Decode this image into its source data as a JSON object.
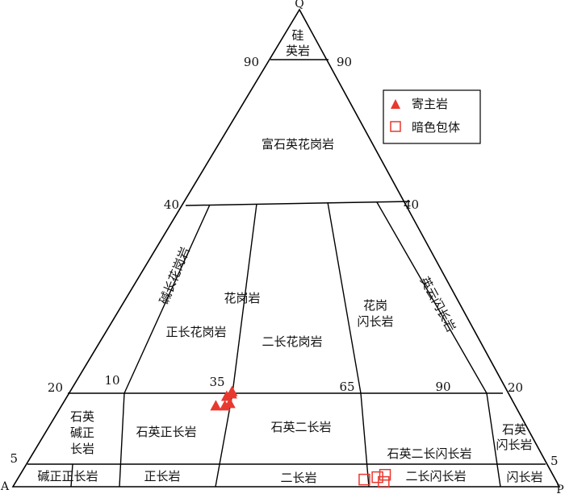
{
  "vertices": {
    "q": "Q",
    "a": "A",
    "p": "P"
  },
  "ticks": {
    "q90_left": "90",
    "q90_right": "90",
    "q40_left": "40",
    "q40_right": "40",
    "q20_left": "20",
    "q20_right": "20",
    "q5_left": "5",
    "q5_right": "5",
    "p10": "10",
    "p35": "35",
    "p65": "65",
    "p90": "90"
  },
  "fields": {
    "quartzolite_1": "硅",
    "quartzolite_2": "英岩",
    "quartz_rich_granitoid": "富石英花岗岩",
    "alkali_feldspar_granite": "碱长花岗岩",
    "granite": "花岗岩",
    "syenogranite": "正长花岗岩",
    "monzogranite": "二长花岗岩",
    "granodiorite_1": "花岗",
    "granodiorite_2": "闪长岩",
    "tonalite": "英云闪长岩",
    "qtz_alk_syenite_1": "石英",
    "qtz_alk_syenite_2": "碱正",
    "qtz_alk_syenite_3": "长岩",
    "quartz_syenite": "石英正长岩",
    "quartz_monzonite": "石英二长岩",
    "quartz_monzodiorite": "石英二长闪长岩",
    "quartz_diorite_1": "石英",
    "quartz_diorite_2": "闪长岩",
    "alkali_feldspar_syenite": "碱正正长岩",
    "syenite": "正长岩",
    "monzonite": "二长岩",
    "monzodiorite": "二长闪长岩",
    "diorite": "闪长岩"
  },
  "legend": {
    "host": {
      "label": "寄主岩",
      "symbol": "triangle-filled",
      "color": "#e8392f"
    },
    "enclave": {
      "label": "暗色包体",
      "symbol": "square-open",
      "color": "#e8392f"
    }
  },
  "samples": {
    "host_rock": [
      [
        17,
        34
      ],
      [
        17,
        36
      ],
      [
        17.5,
        37
      ],
      [
        19,
        36
      ],
      [
        19.5,
        37
      ],
      [
        20,
        37
      ]
    ],
    "enclave": [
      [
        1.5,
        64.5
      ],
      [
        1,
        68
      ],
      [
        2,
        67
      ],
      [
        2.5,
        68.5
      ]
    ]
  }
}
